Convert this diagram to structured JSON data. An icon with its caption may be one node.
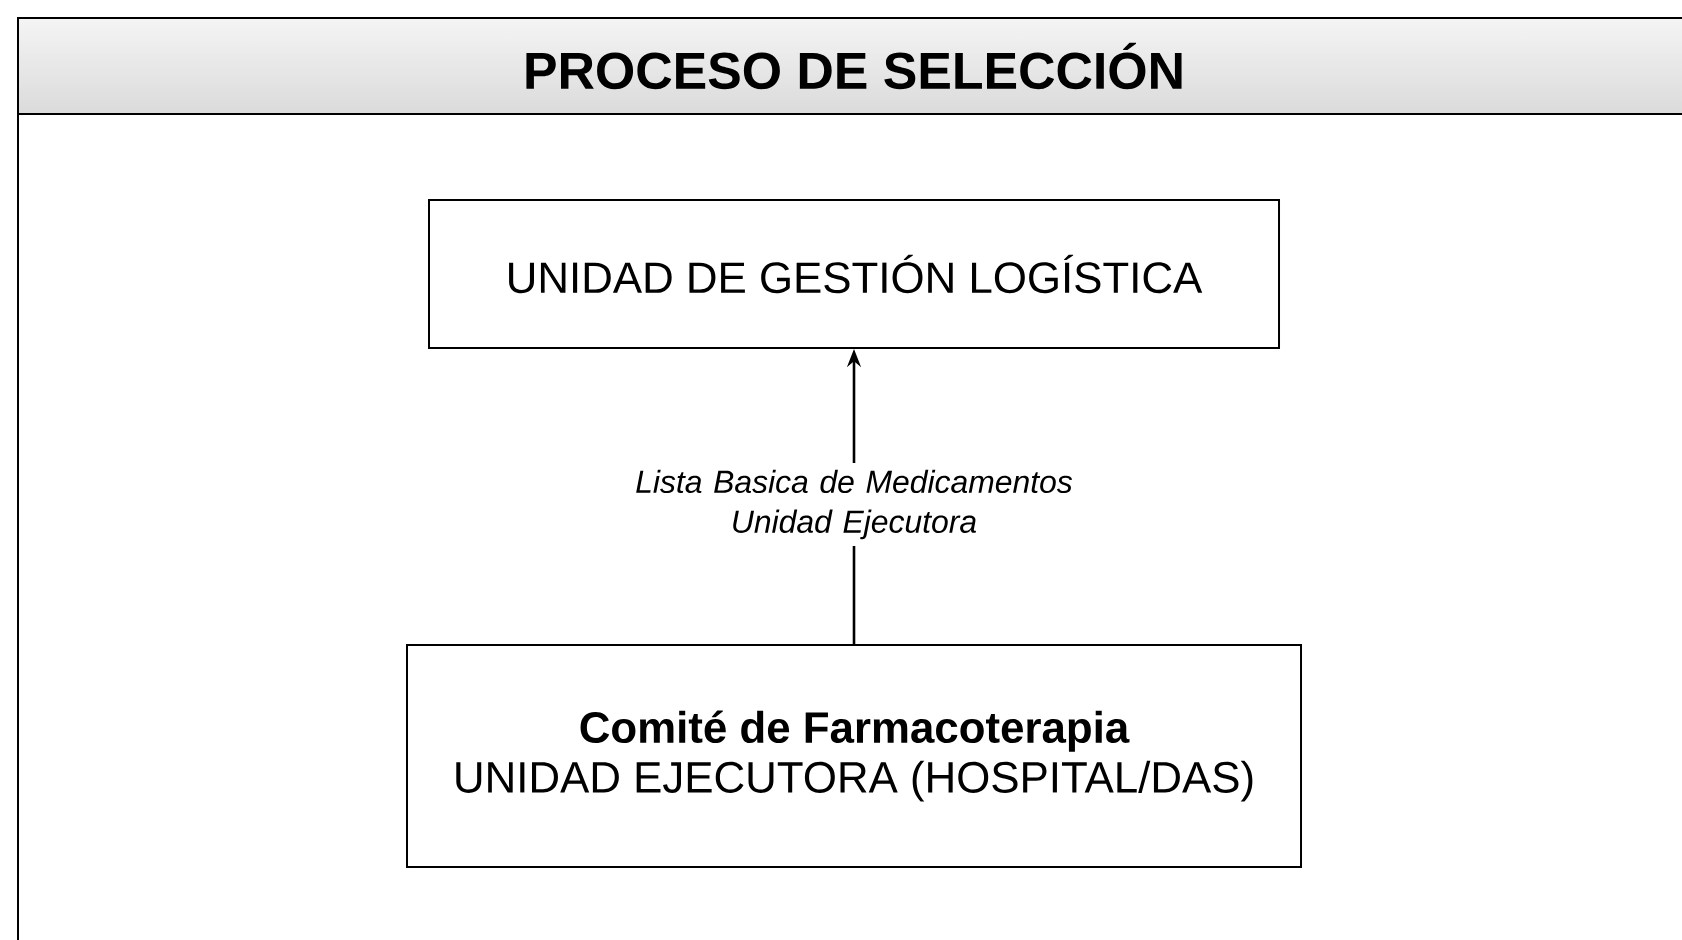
{
  "diagram": {
    "title": "PROCESO DE SELECCIÓN",
    "nodes": [
      {
        "text": [
          "UNIDAD DE GESTIÓN LOGÍSTICA"
        ]
      },
      {
        "text": [
          "Comité de Farmacoterapia",
          "UNIDAD EJECUTORA (HOSPITAL/DAS)"
        ]
      }
    ],
    "edges": [
      {
        "from": 1,
        "to": 0,
        "arrow": "to",
        "label": "Lista Basica de Medicamentos Unidad Ejecutora"
      }
    ]
  }
}
